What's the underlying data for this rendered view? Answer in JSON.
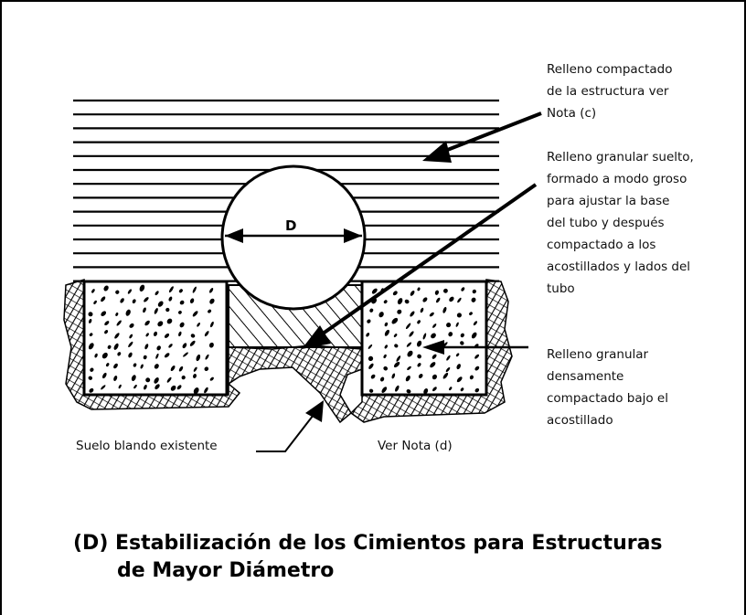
{
  "diagram": {
    "diameter_label": "D",
    "notes": {
      "compacted_backfill": "Relleno compactado\nde la estructura ver\nNota (c)",
      "loose_granular": "Relleno granular suelto,\nformado a modo groso\npara ajustar la base\ndel tubo y después\ncompactado a los\nacostillados y lados del\ntubo",
      "dense_granular": "Relleno granular\ndensamente\ncompactado bajo el\nacostillado",
      "soft_soil": "Suelo blando existente",
      "see_note_d": "Ver Nota (d)"
    },
    "title_line1": "(D) Estabilización de los Cimientos para Estructuras",
    "title_line2": "de Mayor Diámetro"
  }
}
